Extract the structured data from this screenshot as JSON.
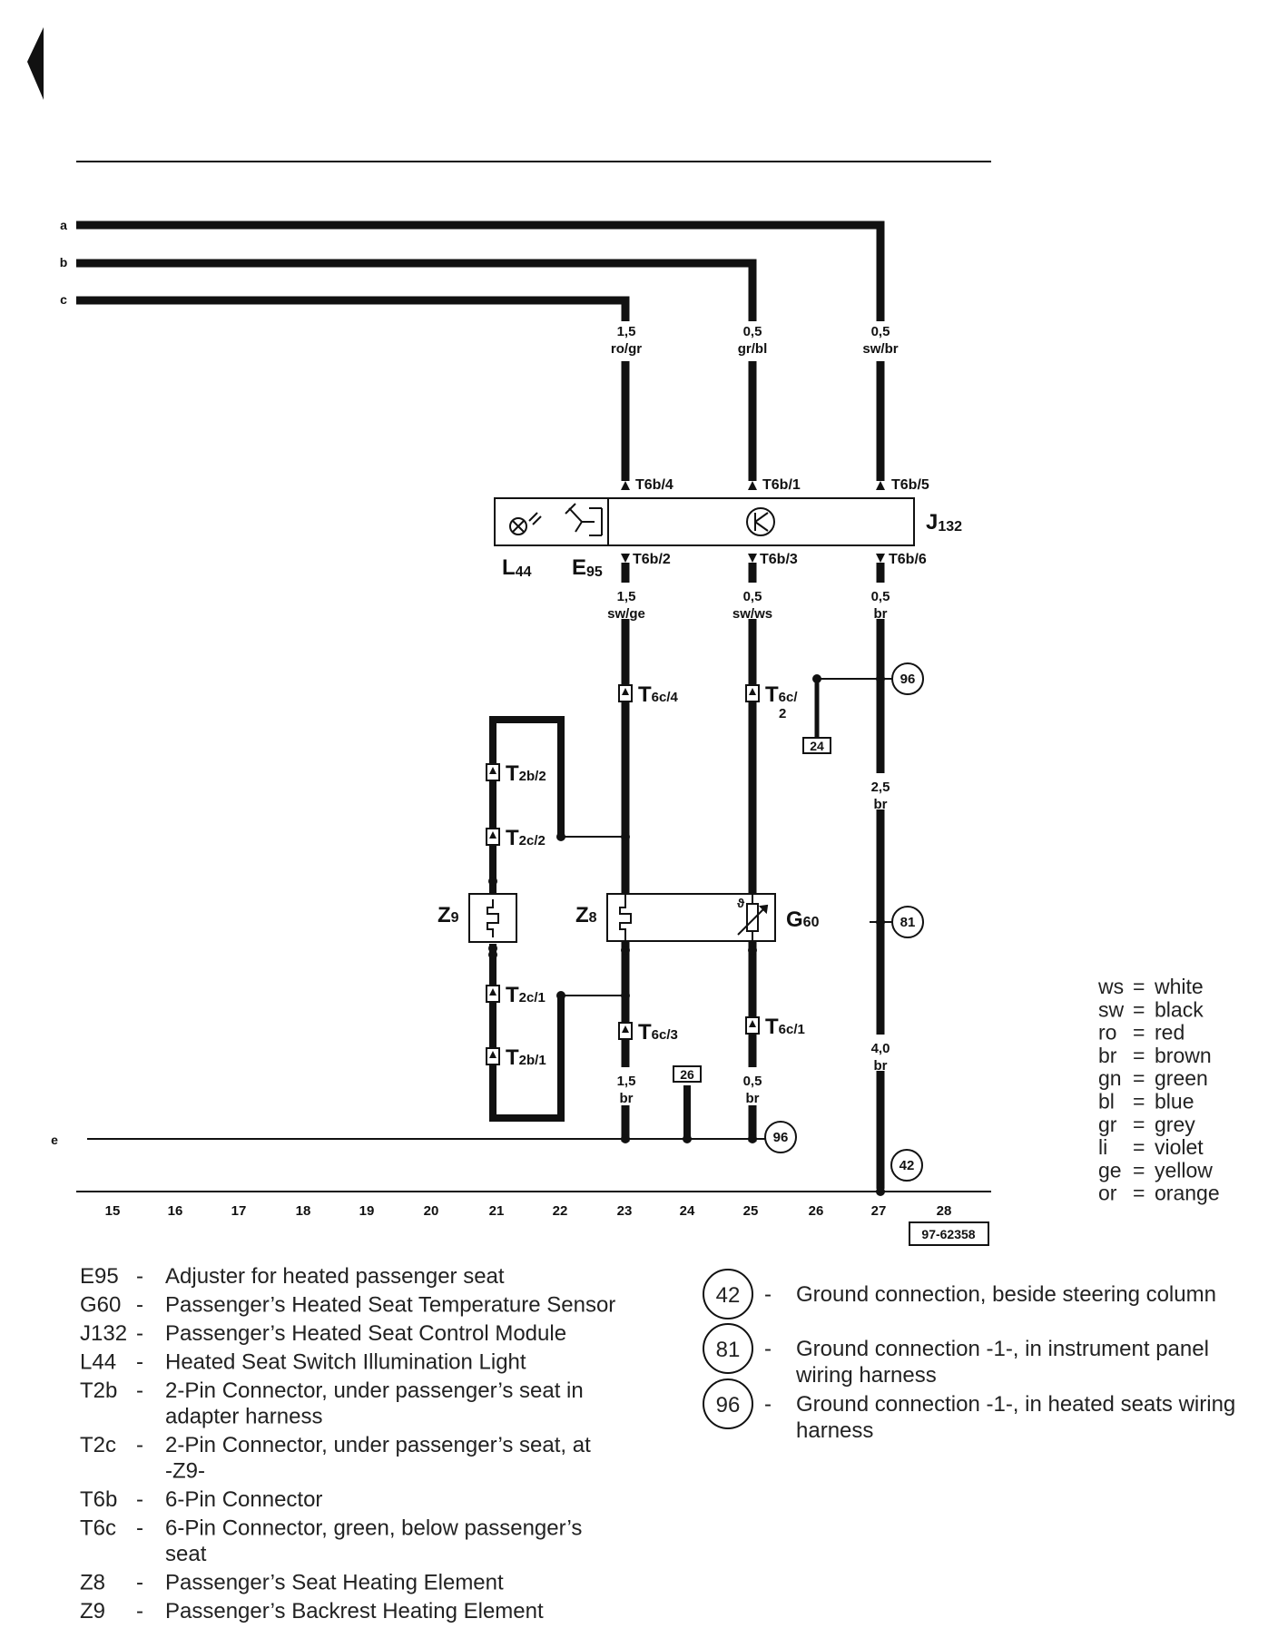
{
  "rails": [
    "a",
    "b",
    "c",
    "e"
  ],
  "wires": {
    "w1": [
      "1,5",
      "ro/gr"
    ],
    "w2": [
      "0,5",
      "gr/bl"
    ],
    "w3": [
      "0,5",
      "sw/br"
    ],
    "w4": [
      "1,5",
      "sw/ge"
    ],
    "w5": [
      "0,5",
      "sw/ws"
    ],
    "w6": [
      "0,5",
      "br"
    ],
    "w7": [
      "2,5",
      "br"
    ],
    "w8": [
      "4,0",
      "br"
    ],
    "w9": [
      "1,5",
      "br"
    ],
    "w10": [
      "0,5",
      "br"
    ]
  },
  "pins": {
    "t6b4": "T6b/4",
    "t6b1": "T6b/1",
    "t6b5": "T6b/5",
    "t6b2": "T6b/2",
    "t6b3": "T6b/3",
    "t6b6": "T6b/6",
    "t6c4": [
      "T",
      "6c/4"
    ],
    "t6c2": [
      "T",
      "6c/",
      "2"
    ],
    "t6c3": [
      "T",
      "6c/3"
    ],
    "t6c1": [
      "T",
      "6c/1"
    ],
    "t2b2": [
      "T",
      "2b/2"
    ],
    "t2c2": [
      "T",
      "2c/2"
    ],
    "t2c1": [
      "T",
      "2c/1"
    ],
    "t2b1": [
      "T",
      "2b/1"
    ]
  },
  "components": {
    "j132": [
      "J",
      "132"
    ],
    "l44": [
      "L",
      "44"
    ],
    "e95": [
      "E",
      "95"
    ],
    "z9": [
      "Z",
      "9"
    ],
    "z8": [
      "Z",
      "8"
    ],
    "g60": [
      "G",
      "60"
    ]
  },
  "refs": {
    "r24": "24",
    "r26": "26"
  },
  "grounds_diagram": {
    "g96a": "96",
    "g81": "81",
    "g96b": "96",
    "g42": "42"
  },
  "columns": [
    "15",
    "16",
    "17",
    "18",
    "19",
    "20",
    "21",
    "22",
    "23",
    "24",
    "25",
    "26",
    "27",
    "28"
  ],
  "figure_id": "97-62358",
  "color_codes": [
    [
      "ws",
      "white"
    ],
    [
      "sw",
      "black"
    ],
    [
      "ro",
      "red"
    ],
    [
      "br",
      "brown"
    ],
    [
      "gn",
      "green"
    ],
    [
      "bl",
      "blue"
    ],
    [
      "gr",
      "grey"
    ],
    [
      "li",
      "violet"
    ],
    [
      "ge",
      "yellow"
    ],
    [
      "or",
      "orange"
    ]
  ],
  "component_legend": [
    {
      "code": "E95",
      "desc": [
        "Adjuster for heated passenger seat"
      ]
    },
    {
      "code": "G60",
      "desc": [
        "Passenger’s Heated Seat Temperature Sensor"
      ]
    },
    {
      "code": "J132",
      "desc": [
        "Passenger’s Heated Seat Control Module"
      ]
    },
    {
      "code": "L44",
      "desc": [
        "Heated Seat Switch Illumination Light"
      ]
    },
    {
      "code": "T2b",
      "desc": [
        "2-Pin Connector, under passenger’s  seat in",
        "adapter harness"
      ]
    },
    {
      "code": "T2c",
      "desc": [
        "2-Pin Connector, under passenger’s  seat, at",
        "-Z9-"
      ]
    },
    {
      "code": "T6b",
      "desc": [
        "6-Pin Connector"
      ]
    },
    {
      "code": "T6c",
      "desc": [
        "6-Pin Connector, green, below passenger’s",
        "seat"
      ]
    },
    {
      "code": "Z8",
      "desc": [
        "Passenger’s Seat Heating Element"
      ]
    },
    {
      "code": "Z9",
      "desc": [
        "Passenger’s Backrest Heating Element"
      ]
    }
  ],
  "ground_legend": [
    {
      "num": "42",
      "desc": [
        "Ground connection, beside steering column"
      ]
    },
    {
      "num": "81",
      "desc": [
        "Ground connection -1-, in instrument panel",
        "wiring harness"
      ]
    },
    {
      "num": "96",
      "desc": [
        "Ground connection -1-, in heated seats wiring",
        "harness"
      ]
    }
  ]
}
